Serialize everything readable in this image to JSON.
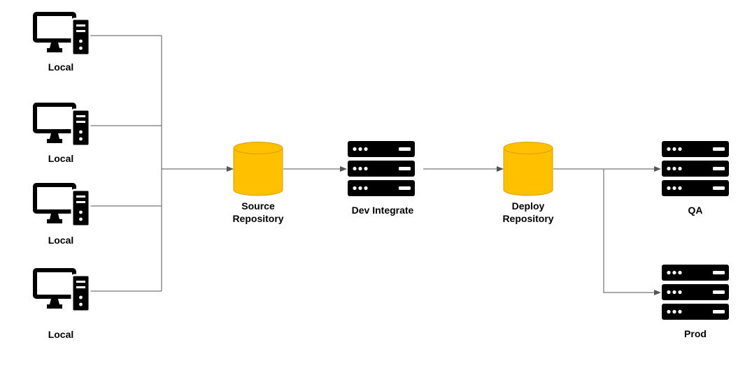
{
  "diagram": {
    "colors": {
      "icon": "#000000",
      "database_fill": "#FFC000",
      "database_stroke": "#D6A100",
      "connector": "#555555",
      "background": "#FFFFFF"
    },
    "nodes": {
      "local_1": {
        "label": "Local",
        "icon": "desktop-computer-icon"
      },
      "local_2": {
        "label": "Local",
        "icon": "desktop-computer-icon"
      },
      "local_3": {
        "label": "Local",
        "icon": "desktop-computer-icon"
      },
      "local_4": {
        "label": "Local",
        "icon": "desktop-computer-icon"
      },
      "source_repository": {
        "label_line1": "Source",
        "label_line2": "Repository",
        "icon": "database-icon"
      },
      "dev_integrate": {
        "label": "Dev Integrate",
        "icon": "server-rack-icon"
      },
      "deploy_repository": {
        "label_line1": "Deploy",
        "label_line2": "Repository",
        "icon": "database-icon"
      },
      "qa": {
        "label": "QA",
        "icon": "server-rack-icon"
      },
      "prod": {
        "label": "Prod",
        "icon": "server-rack-icon"
      }
    },
    "edges": [
      {
        "from": "Local",
        "to": "Source Repository"
      },
      {
        "from": "Source Repository",
        "to": "Dev Integrate"
      },
      {
        "from": "Dev Integrate",
        "to": "Deploy Repository"
      },
      {
        "from": "Deploy Repository",
        "to": "QA"
      },
      {
        "from": "Deploy Repository",
        "to": "Prod"
      }
    ]
  }
}
